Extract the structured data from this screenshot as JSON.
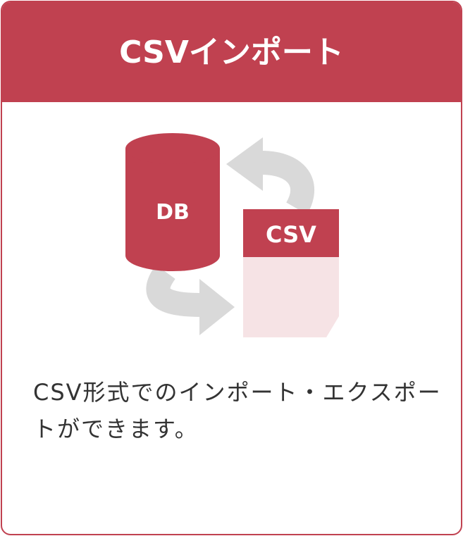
{
  "card": {
    "title": "CSVインポート",
    "description": "CSV形式でのインポート・エクスポートができます。"
  },
  "illustration": {
    "database_label": "DB",
    "file_label": "CSV",
    "icons": [
      "database-icon",
      "csv-file-icon",
      "import-arrow-icon",
      "export-arrow-icon"
    ]
  },
  "colors": {
    "accent": "#c04150",
    "file_body": "#f6e3e5",
    "arrow": "#d9d9d9",
    "text": "#333333",
    "background": "#ffffff"
  }
}
